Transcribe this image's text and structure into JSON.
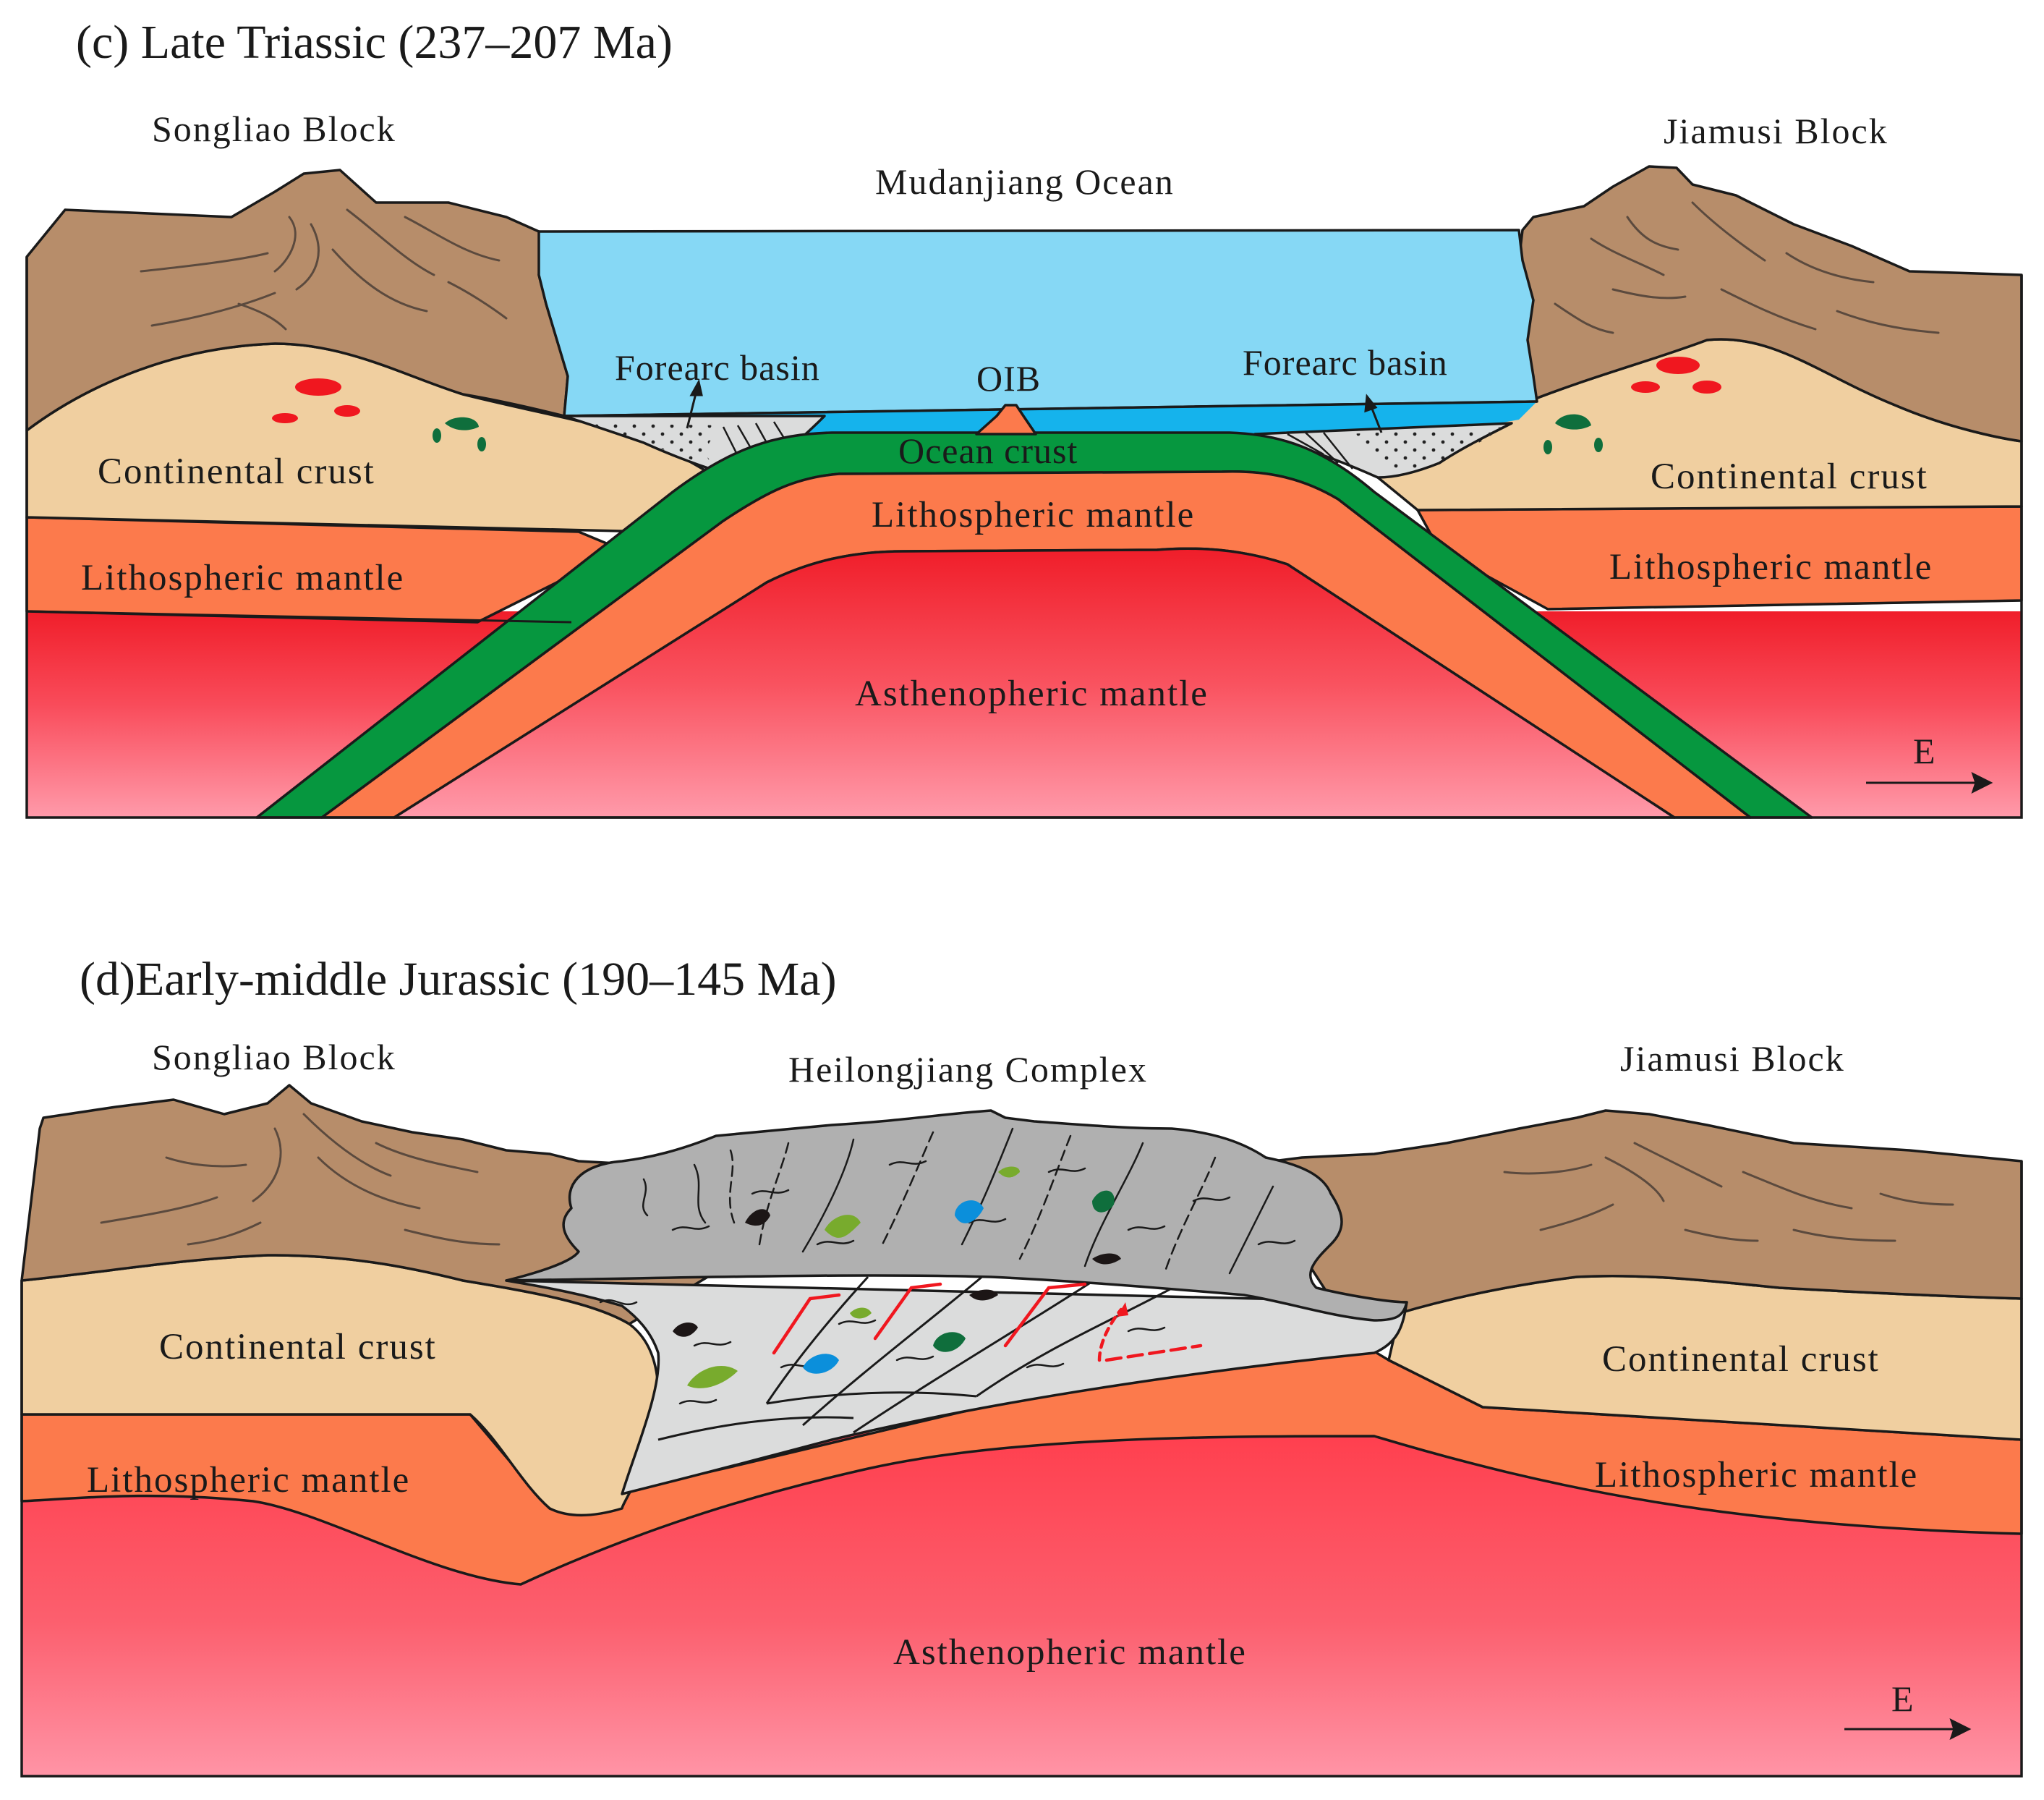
{
  "panel_c": {
    "title": "(c) Late Triassic (237–207 Ma)",
    "left_block": "Songliao Block",
    "right_block": "Jiamusi Block",
    "ocean": "Mudanjiang Ocean",
    "forearc_left": "Forearc basin",
    "forearc_right": "Forearc basin",
    "oib": "OIB",
    "ocean_crust": "Ocean crust",
    "continental_crust_left": "Continental crust",
    "continental_crust_right": "Continental crust",
    "litho_left": "Lithospheric mantle",
    "litho_center": "Lithospheric mantle",
    "litho_right": "Lithospheric mantle",
    "astheno": "Asthenopheric mantle",
    "direction": "E"
  },
  "panel_d": {
    "title": "(d)Early-middle Jurassic (190–145 Ma)",
    "left_block": "Songliao Block",
    "center_block": "Heilongjiang Complex",
    "right_block": "Jiamusi Block",
    "continental_crust_left": "Continental crust",
    "continental_crust_right": "Continental crust",
    "litho_left": "Lithospheric mantle",
    "litho_right": "Lithospheric mantle",
    "astheno": "Asthenopheric mantle",
    "direction": "E"
  },
  "colors": {
    "mountain": "#b78d6a",
    "continental_crust": "#f0cfa0",
    "lithospheric_mantle": "#fc7a4c",
    "asthenosphere_top": "#f01e2a",
    "asthenosphere_bottom": "#ff94a6",
    "ocean": "#86d8f5",
    "ocean_shallow": "#15b3ec",
    "ocean_crust": "#06973f",
    "melange_dark": "#b0b0b0",
    "melange_light": "#dbdcdc",
    "red_pods": "#f0171f",
    "green_pods": "#0f6e3c",
    "blue_block": "#0b8fdb",
    "lime_block": "#78ab2d",
    "black_block": "#1c1616"
  }
}
